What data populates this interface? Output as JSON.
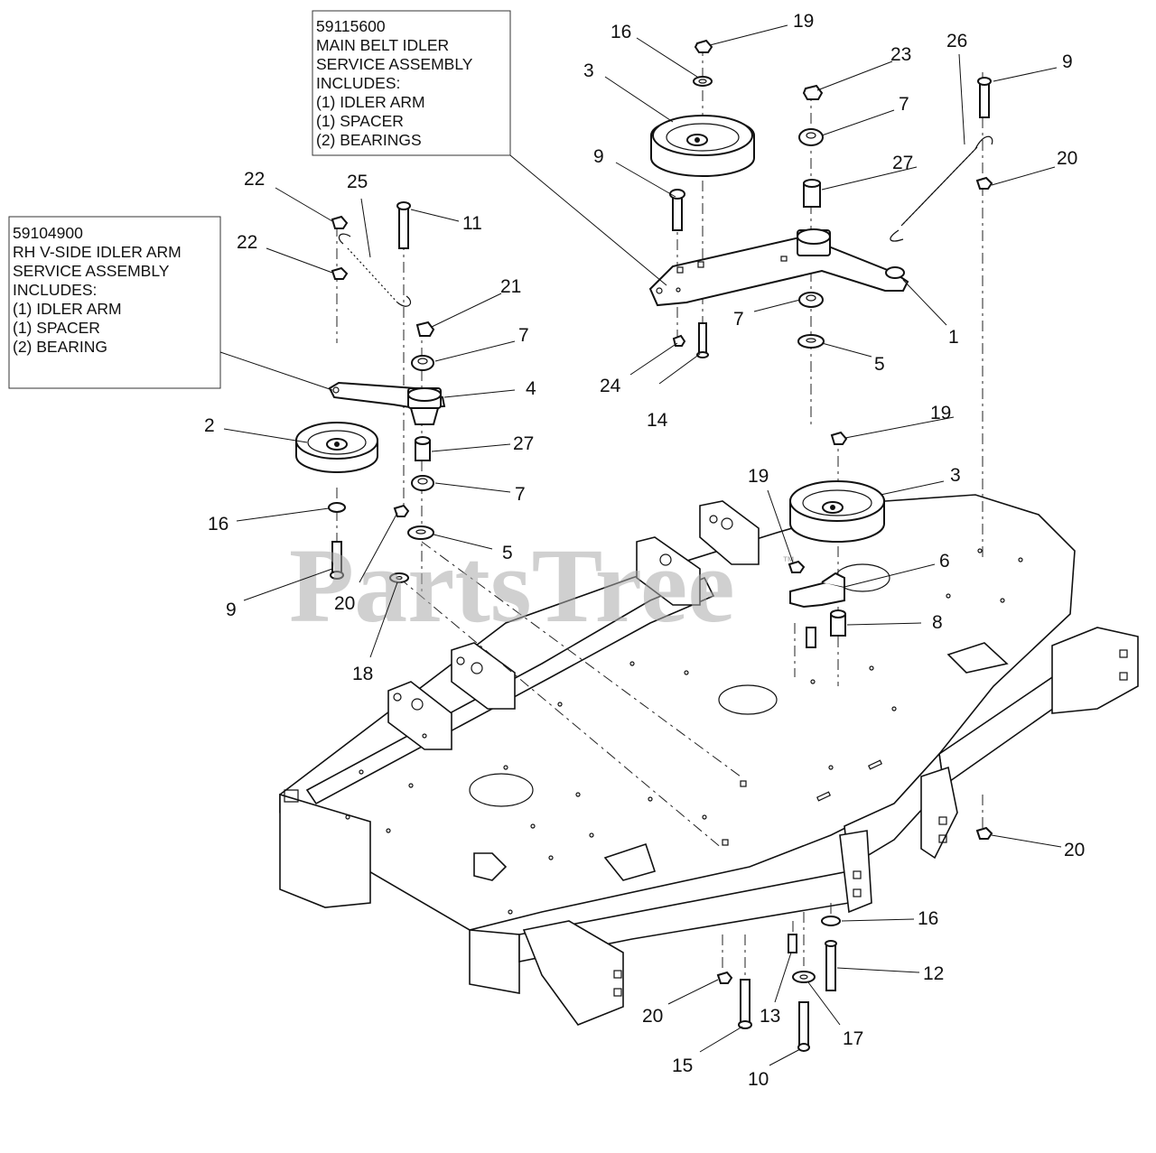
{
  "notes": {
    "main_belt_idler": {
      "lines": [
        "59115600",
        "MAIN BELT IDLER",
        "SERVICE ASSEMBLY",
        "INCLUDES:",
        "(1) IDLER ARM",
        "(1) SPACER",
        "(2) BEARINGS"
      ]
    },
    "rh_idler_arm": {
      "lines": [
        "59104900",
        "RH V-SIDE IDLER ARM",
        "SERVICE ASSEMBLY",
        "INCLUDES:",
        "(1) IDLER ARM",
        "(1) SPACER",
        "(2) BEARING"
      ]
    }
  },
  "watermark": {
    "text": "PartsTree",
    "trademark": "™"
  },
  "callouts": [
    "19",
    "16",
    "3",
    "23",
    "7",
    "9",
    "26",
    "20",
    "27",
    "9",
    "1",
    "7",
    "5",
    "24",
    "14",
    "22",
    "25",
    "11",
    "22",
    "21",
    "7",
    "4",
    "2",
    "27",
    "7",
    "16",
    "5",
    "9",
    "20",
    "18",
    "19",
    "19",
    "3",
    "6",
    "8",
    "20",
    "16",
    "12",
    "20",
    "13",
    "17",
    "15",
    "10"
  ]
}
